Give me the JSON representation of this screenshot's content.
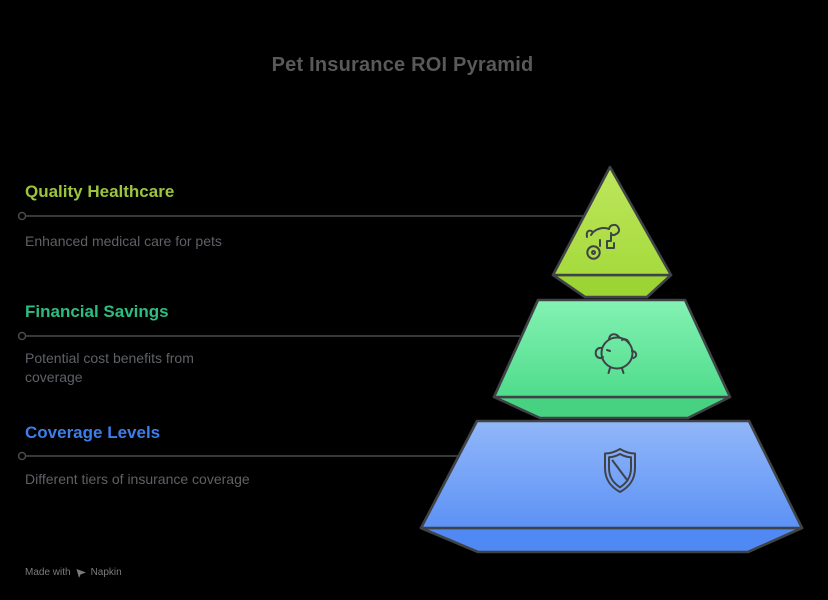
{
  "title": "Pet Insurance ROI Pyramid",
  "tiers": [
    {
      "heading": "Quality Healthcare",
      "description": "Enhanced medical care for pets",
      "heading_color": "#9CC43F",
      "icon": "dog-icon",
      "gradient_top": "#BEE75C",
      "gradient_bottom": "#A6DA3D",
      "underside_color": "#9CD434"
    },
    {
      "heading": "Financial Savings",
      "description": "Potential cost benefits from coverage",
      "heading_color": "#2EBD80",
      "icon": "piggy-bank-icon",
      "gradient_top": "#84F2B3",
      "gradient_bottom": "#4FDC8C",
      "underside_color": "#46D281"
    },
    {
      "heading": "Coverage Levels",
      "description": "Different tiers of insurance coverage",
      "heading_color": "#3D7EEB",
      "icon": "shield-icon",
      "gradient_top": "#92B7F8",
      "gradient_bottom": "#5C92F6",
      "underside_color": "#5189F4"
    }
  ],
  "watermark": {
    "prefix": "Made with",
    "brand": "Napkin"
  },
  "colors": {
    "background": "#000000",
    "title": "#58595B",
    "description": "#5E6166",
    "connector": "#4A4A4A",
    "outline": "#3F4347",
    "icon_stroke": "#3F4347",
    "watermark": "#7B7B7B"
  }
}
